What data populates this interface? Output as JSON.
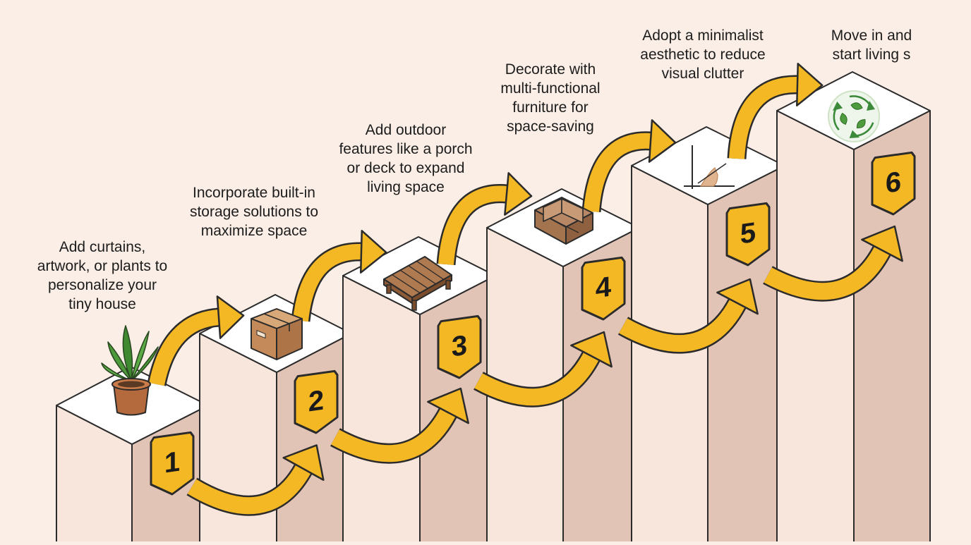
{
  "colors": {
    "background": "#fbeee6",
    "column_top": "#ffffff",
    "column_front": "#f8e6dc",
    "column_side": "#e2c4b6",
    "outline": "#2b2b2b",
    "arrow": "#f4b824",
    "badge": "#f4b824"
  },
  "steps": [
    {
      "number": "1",
      "text": "Add curtains,\nartwork, or plants to\npersonalize your\ntiny house",
      "icon": "potted-plant-icon"
    },
    {
      "number": "2",
      "text": "Incorporate built-in\nstorage solutions to\nmaximize space",
      "icon": "cardboard-box-icon"
    },
    {
      "number": "3",
      "text": "Add outdoor\nfeatures like a porch\nor deck to expand\nliving space",
      "icon": "wooden-deck-icon"
    },
    {
      "number": "4",
      "text": "Decorate with\nmulti-functional\nfurniture for\nspace-saving",
      "icon": "sofa-icon"
    },
    {
      "number": "5",
      "text": "Adopt a minimalist\naesthetic to reduce\nvisual clutter",
      "icon": "minimal-chart-icon"
    },
    {
      "number": "6",
      "text": "Move in and\nstart living s",
      "icon": "recycle-leaves-icon"
    }
  ]
}
